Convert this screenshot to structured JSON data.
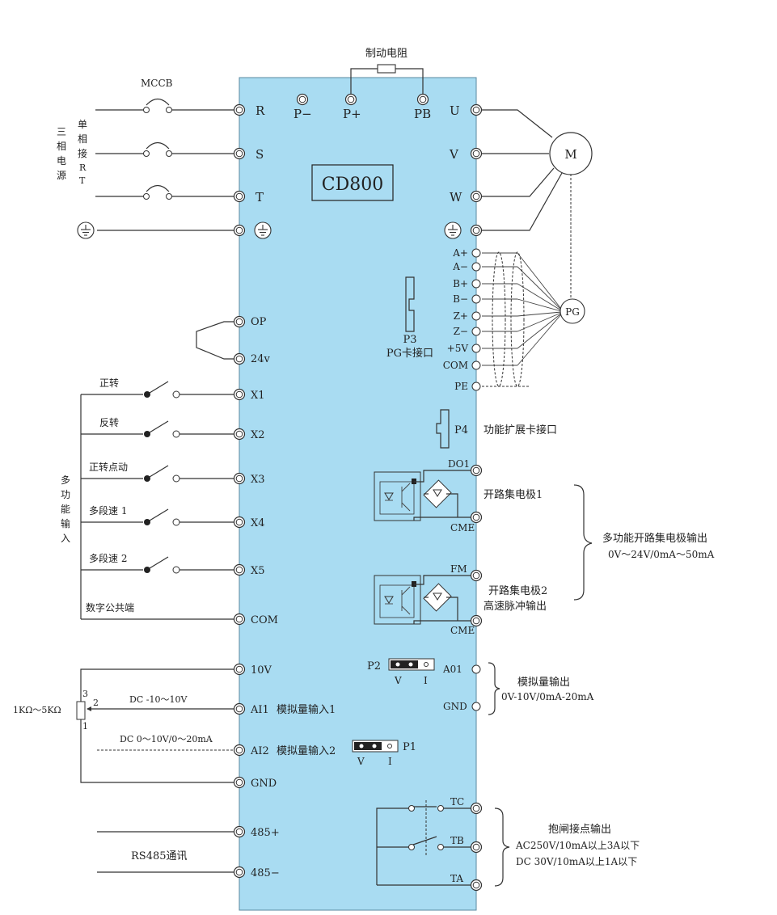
{
  "device": {
    "model": "CD800",
    "body_color": "#a9dcf2"
  },
  "top_terminals": [
    "P−",
    "P+",
    "PB"
  ],
  "brake_resistor_label": "制动电阻",
  "power": {
    "mccb_label": "MCCB",
    "three_phase_label": [
      "三",
      "相",
      "电",
      "源"
    ],
    "single_phase_label": [
      "单",
      "相",
      "接",
      "R",
      "T"
    ],
    "terminals": [
      "R",
      "S",
      "T"
    ]
  },
  "motor": {
    "outputs": [
      "U",
      "V",
      "W"
    ],
    "motor_label": "M"
  },
  "pg": {
    "label": "PG",
    "terminals": [
      "A+",
      "A−",
      "B+",
      "B−",
      "Z+",
      "Z−",
      "+5V",
      "COM",
      "PE"
    ],
    "p3_label": "P3",
    "p3_desc": "PG卡接口"
  },
  "p4": {
    "label": "P4",
    "desc": "功能扩展卡接口"
  },
  "inputs": {
    "op": "OP",
    "v24": "24v",
    "group_label": [
      "多",
      "功",
      "能",
      "输",
      "入"
    ],
    "items": [
      {
        "name": "正转",
        "terminal": "X1"
      },
      {
        "name": "反转",
        "terminal": "X2"
      },
      {
        "name": "正转点动",
        "terminal": "X3"
      },
      {
        "name": "多段速 1",
        "terminal": "X4"
      },
      {
        "name": "多段速 2",
        "terminal": "X5"
      }
    ],
    "common_label": "数字公共端",
    "common_terminal": "COM"
  },
  "oc_outputs": {
    "do1": "DO1",
    "cme": "CME",
    "fm": "FM",
    "cme2": "CME",
    "oc1_label": "开路集电极1",
    "oc2_label": "开路集电极2",
    "pulse_label": "高速脉冲输出",
    "group_label": "多功能开路集电极输出",
    "group_range": "0V～24V/0mA～50mA"
  },
  "analog": {
    "v10": "10V",
    "ai1": "AI1",
    "ai1_label": "模拟量输入1",
    "ai2": "AI2",
    "ai2_label": "模拟量输入2",
    "gnd": "GND",
    "pot_label": "1KΩ～5KΩ",
    "pot_pins": [
      "3",
      "2",
      "1"
    ],
    "ai1_range": "DC  -10～10V",
    "ai2_range": "DC 0～10V/0～20mA",
    "p1_label": "P1",
    "p2_label": "P2",
    "jumper_v": "V",
    "jumper_i": "I",
    "ao1": "A01",
    "ao_gnd": "GND",
    "ao_label": "模拟量输出",
    "ao_range": "0V-10V/0mA-20mA"
  },
  "rs485": {
    "plus": "485+",
    "minus": "485−",
    "label": "RS485通讯"
  },
  "relay": {
    "tc": "TC",
    "tb": "TB",
    "ta": "TA",
    "label": "抱闸接点输出",
    "spec1": "AC250V/10mA以上3A以下",
    "spec2": "DC 30V/10mA以上1A以下"
  }
}
